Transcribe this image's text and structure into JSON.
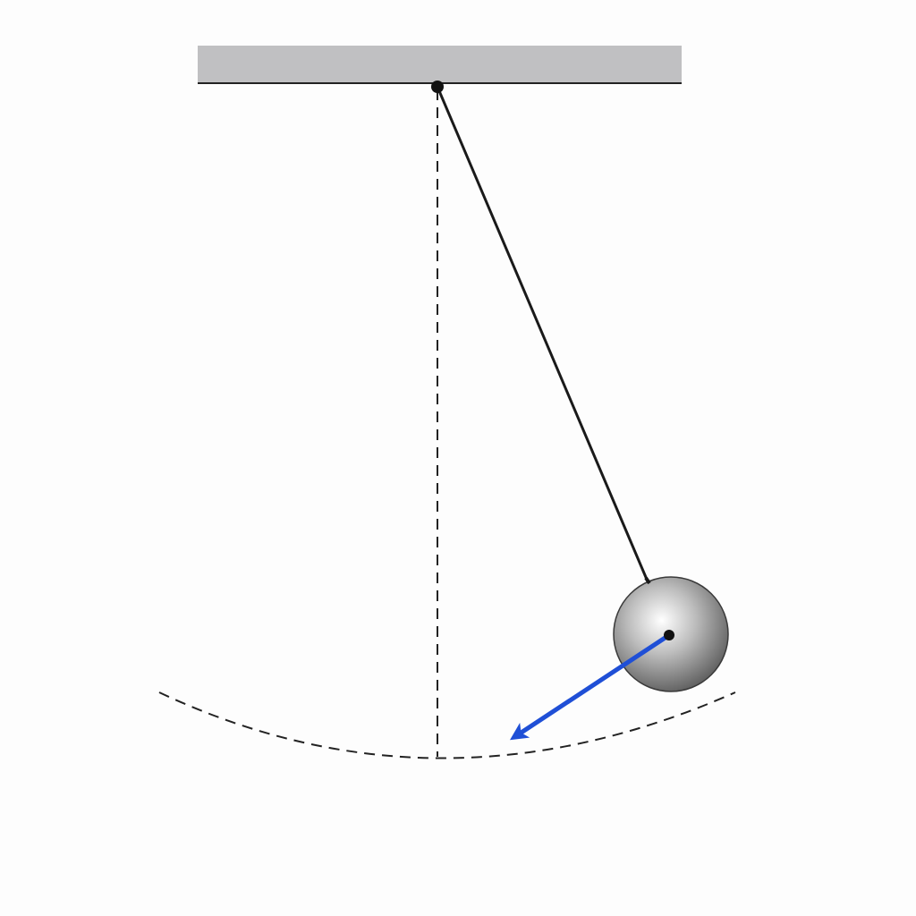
{
  "diagram": {
    "type": "simple-pendulum",
    "colors": {
      "background": "#fdfdfd",
      "ceiling_fill": "#c0c0c2",
      "ceiling_edge": "#222222",
      "string": "#1a1a1a",
      "pivot": "#111111",
      "reference_line": "#222222",
      "swing_path": "#222222",
      "bob_highlight": "#ffffff",
      "bob_mid": "#bdbdbd",
      "bob_shadow": "#5e5e5e",
      "bob_outline": "#3a3a3a",
      "bob_center": "#111111",
      "velocity_arrow": "#1f4fd6"
    },
    "elements": {
      "ceiling": "ceiling-support",
      "pivot": "pivot-point",
      "string": "pendulum-string",
      "equilibrium": "vertical-reference-line",
      "path": "swing-arc-path",
      "bob": "pendulum-bob",
      "arrow": "velocity-arrow"
    }
  }
}
